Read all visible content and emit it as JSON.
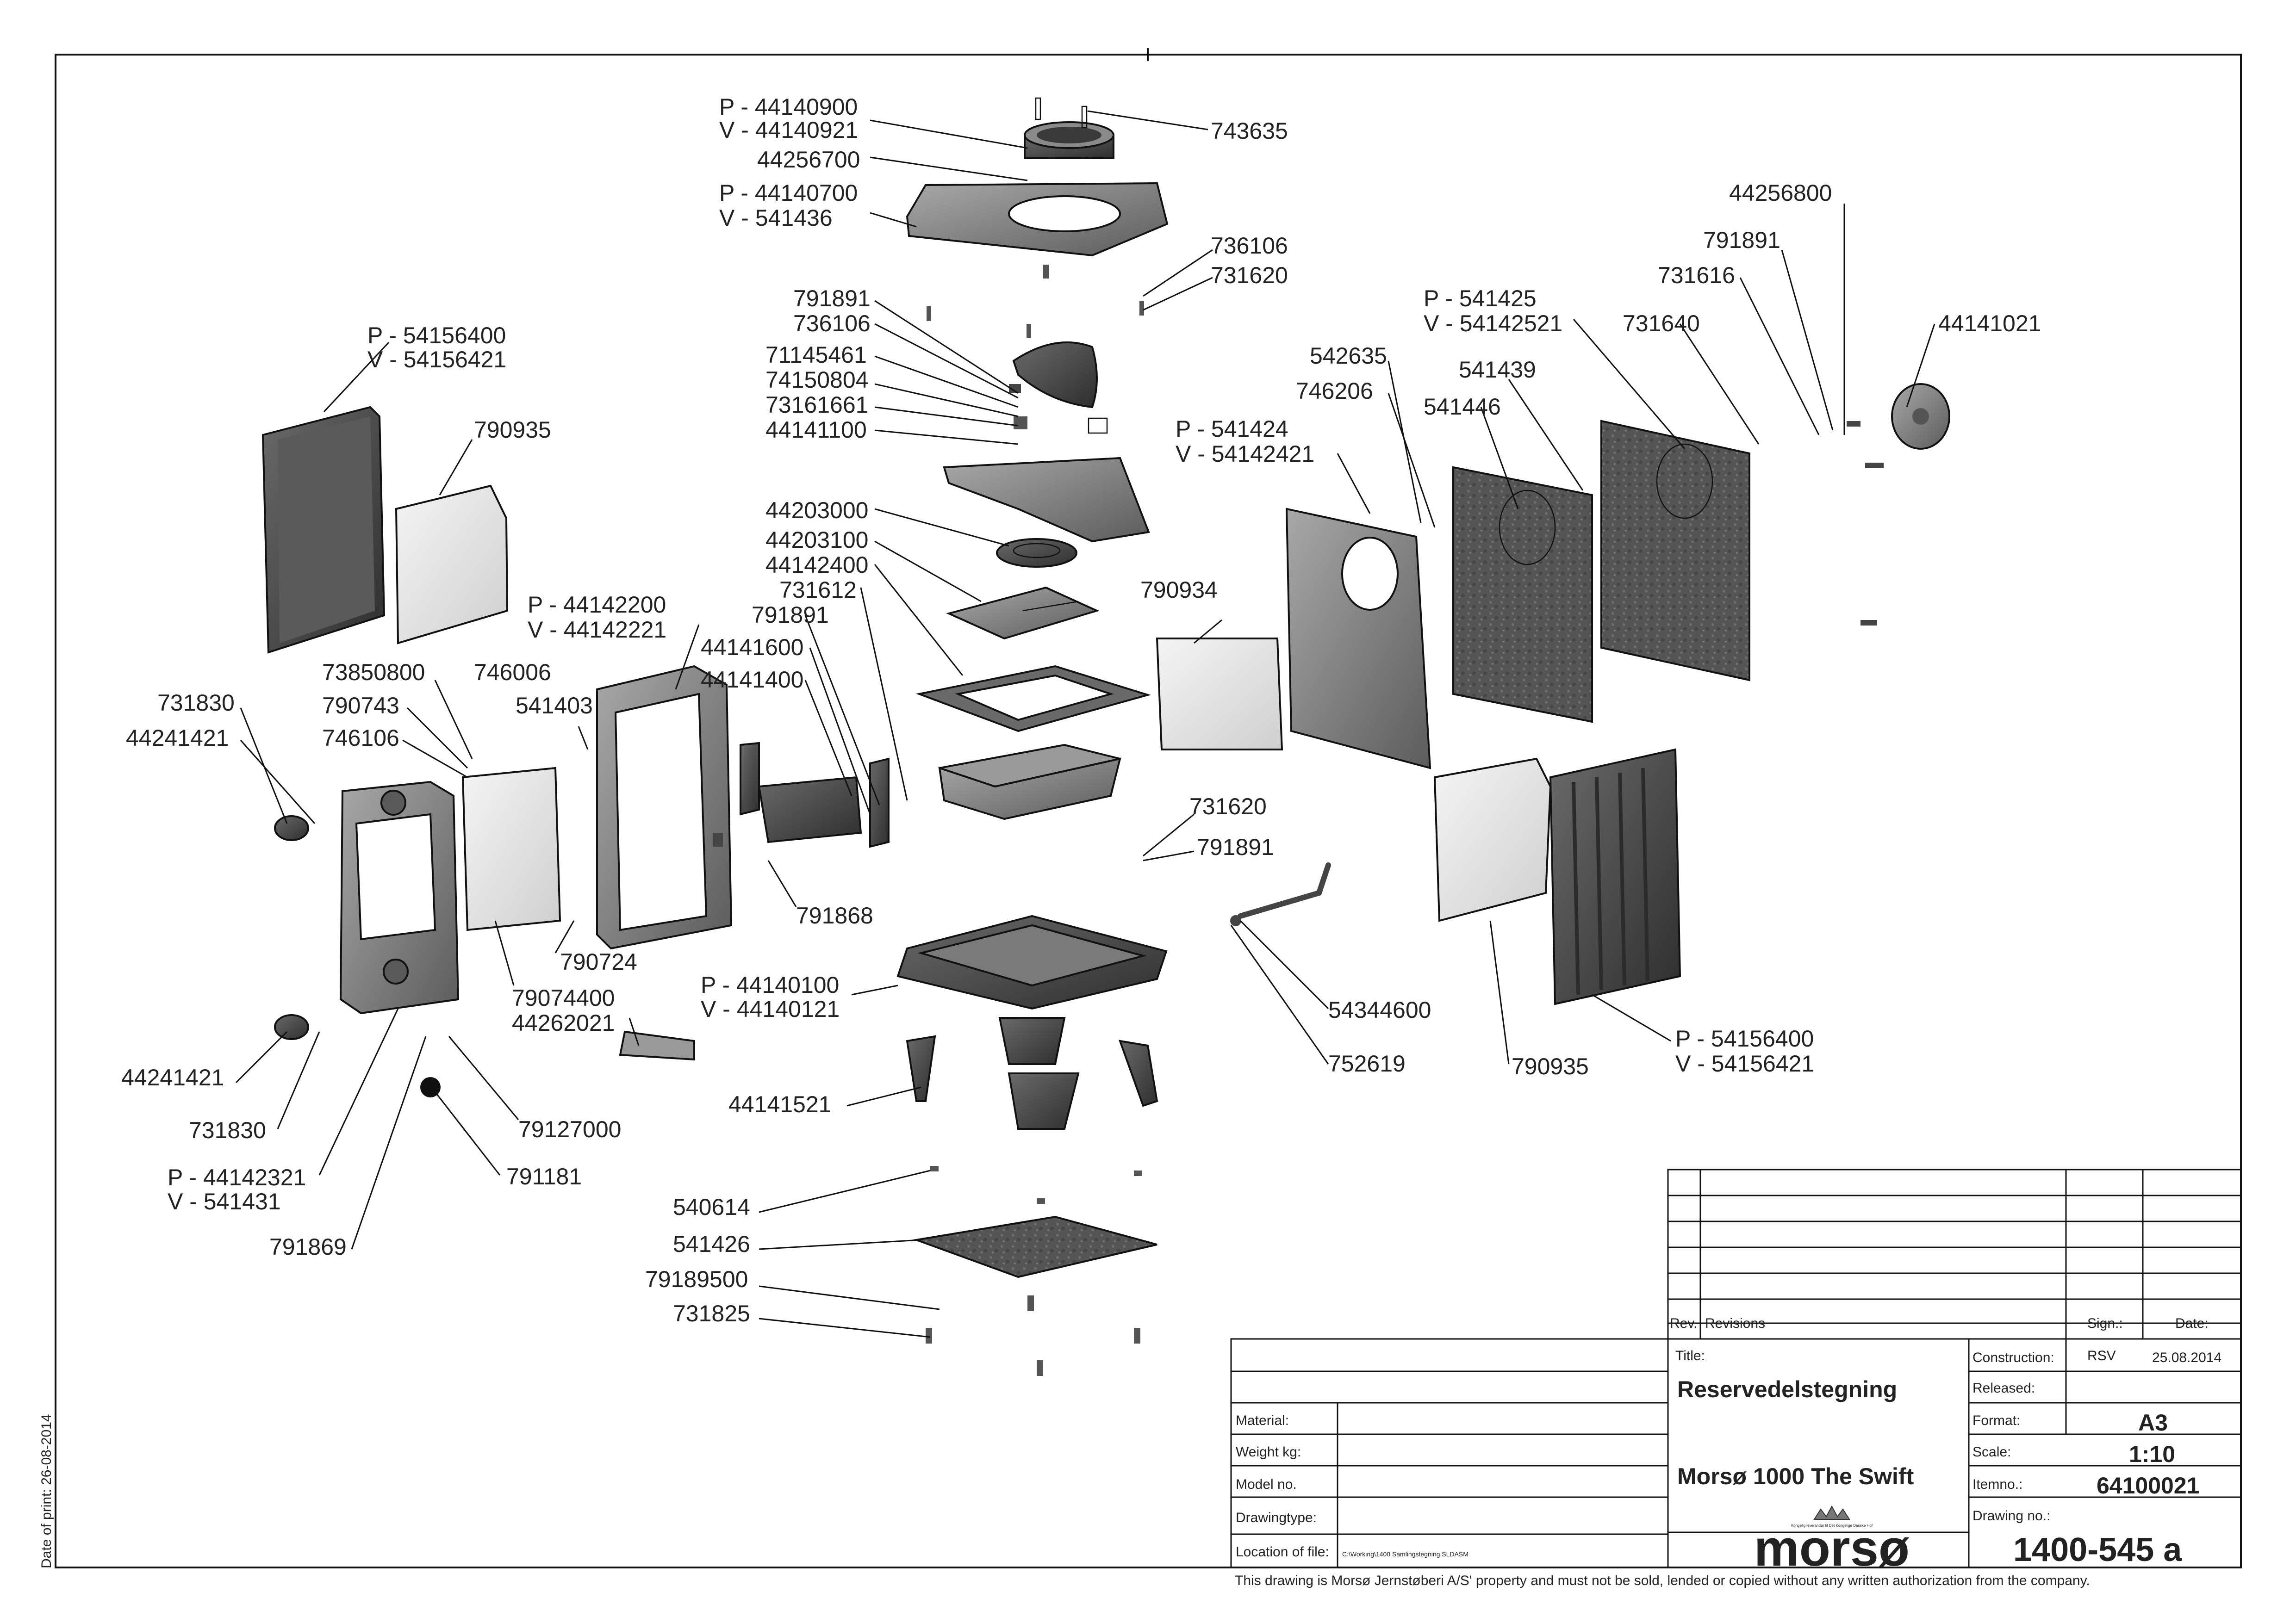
{
  "side_print_date": "Date of print: 26-08-2014",
  "labels": {
    "pt_44140900": "P - 44140900",
    "vt_44140921": "V - 44140921",
    "p_44256700": "44256700",
    "pt_44140700": "P - 44140700",
    "vt_541436": "V - 541436",
    "p_743635": "743635",
    "p_736106a": "736106",
    "p_731620a": "731620",
    "p_791891a": "791891",
    "p_736106b": "736106",
    "p_71145461": "71145461",
    "p_74150804": "74150804",
    "p_73161661": "73161661",
    "p_44141100": "44141100",
    "p_44203000": "44203000",
    "p_44203100": "44203100",
    "p_44142400": "44142400",
    "p_731612": "731612",
    "p_791891b": "791891",
    "p_44141600": "44141600",
    "p_44141400": "44141400",
    "p_790934": "790934",
    "pl_54156400": "P - 54156400",
    "vl_54156421": "V - 54156421",
    "p_790935a": "790935",
    "pd_44142200": "P - 44142200",
    "vd_44142221": "V - 44142221",
    "p_73850800": "73850800",
    "p_746006": "746006",
    "p_790743": "790743",
    "p_541403": "541403",
    "p_746106": "746106",
    "p_731830a": "731830",
    "p_44241421a": "44241421",
    "p_791868": "791868",
    "p_790724": "790724",
    "p_79074400": "79074400",
    "p_44262021": "44262021",
    "p_44241421b": "44241421",
    "p_731830b": "731830",
    "p_79127000": "79127000",
    "p_791181": "791181",
    "pf_44142321": "P - 44142321",
    "vf_541431": "V - 541431",
    "p_791869": "791869",
    "pb_44140100": "P - 44140100",
    "vb_44140121": "V - 44140121",
    "p_44141521": "44141521",
    "p_540614": "540614",
    "p_541426": "541426",
    "p_79189500": "79189500",
    "p_731825": "731825",
    "p_731620b": "731620",
    "p_791891c": "791891",
    "p_54344600": "54344600",
    "p_752619": "752619",
    "p_790935b": "790935",
    "pr_54156400": "P - 54156400",
    "vr_54156421": "V - 54156421",
    "p_44256800": "44256800",
    "p_791891d": "791891",
    "p_731616": "731616",
    "pk_541425": "P - 541425",
    "vk_54142521": "V - 54142521",
    "p_731640": "731640",
    "p_44141021": "44141021",
    "p_542635": "542635",
    "p_541439": "541439",
    "p_746206": "746206",
    "p_541446": "541446",
    "pbk_541424": "P - 541424",
    "vbk_54142421": "V - 54142421"
  },
  "title_block": {
    "rev": "Rev.",
    "revisions": "Revisions",
    "sign_header": "Sign.:",
    "date_header": "Date:",
    "title_label": "Title:",
    "title_line1": "Reservedelstegning",
    "title_line2": "Morsø 1000 The Swift",
    "construction_label": "Construction:",
    "construction_sign": "RSV",
    "construction_date": "25.08.2014",
    "released_label": "Released:",
    "format_label": "Format:",
    "format_value": "A3",
    "scale_label": "Scale:",
    "scale_value": "1:10",
    "itemno_label": "Itemno.:",
    "itemno_value": "64100021",
    "drawingno_label": "Drawing no.:",
    "drawingno_value": "1400-545 a",
    "material_label": "Material:",
    "weight_label": "Weight kg:",
    "model_label": "Model no.",
    "drawingtype_label": "Drawingtype:",
    "location_label": "Location of file:",
    "location_value": "C:\\Working\\1400 Samlingstegning.SLDASM",
    "logo_word": "morsø",
    "logo_caption": "Kongelig leverandør til Det Kongelige Danske Hof",
    "disclaimer": "This drawing is Morsø Jernstøberi A/S' property and must not be sold, lended or copied without any written authorization from the company."
  },
  "colors": {
    "line": "#111111",
    "casting_dark": "#4a4a4a",
    "casting_mid": "#7d7d7d",
    "casting_light": "#bdbdbd",
    "insulation": "#e6e6e6"
  }
}
